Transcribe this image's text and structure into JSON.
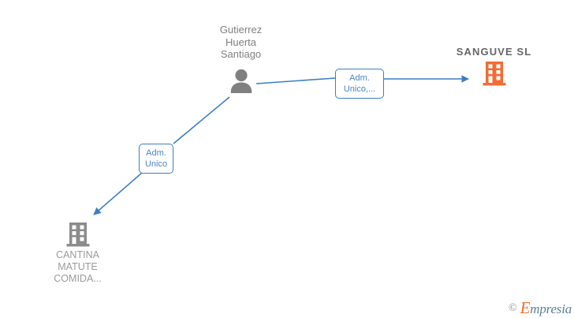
{
  "diagram": {
    "type": "org-relationship-graph",
    "background_color": "#ffffff",
    "colors": {
      "edge": "#3d7ec4",
      "label_text": "#4a86c8",
      "person_icon": "#808080",
      "active_company_icon": "#f46b35",
      "inactive_company_icon": "#8c8c8c",
      "company_title": "#666666",
      "person_name": "#808080"
    },
    "nodes": [
      {
        "id": "person",
        "kind": "person",
        "icon": "person-icon",
        "name": "Gutierrez\nHuerta\nSantiago"
      },
      {
        "id": "sanguve",
        "kind": "company",
        "icon": "building-icon",
        "status": "active",
        "title": "SANGUVE  SL"
      },
      {
        "id": "cantina",
        "kind": "company",
        "icon": "building-icon",
        "status": "inactive",
        "title": "CANTINA\nMATUTE\nCOMIDA..."
      }
    ],
    "edges": [
      {
        "id": "edge-person-sanguve",
        "from": "person",
        "to": "sanguve",
        "label": "Adm.\nUnico,..."
      },
      {
        "id": "edge-person-cantina",
        "from": "person",
        "to": "cantina",
        "label": "Adm.\nUnico"
      }
    ]
  },
  "watermark": {
    "copyright": "©",
    "brand_initial": "E",
    "brand_rest": "mpresia"
  }
}
